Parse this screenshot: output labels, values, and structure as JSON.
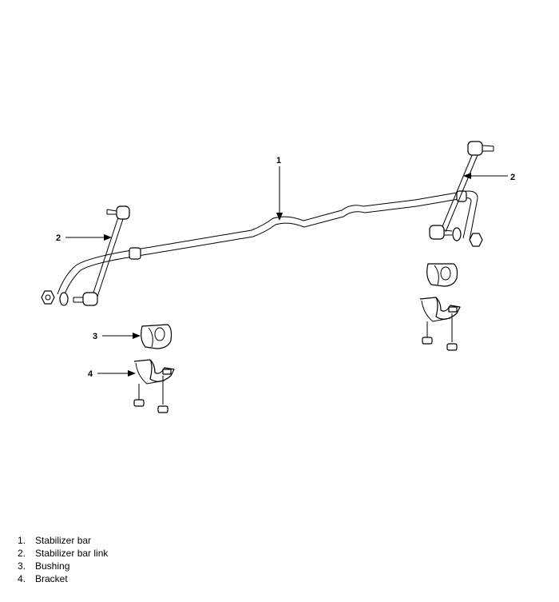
{
  "callouts": {
    "c1": "1",
    "c2_left": "2",
    "c2_right": "2",
    "c3": "3",
    "c4": "4"
  },
  "legend": [
    {
      "num": "1.",
      "label": "Stabilizer bar"
    },
    {
      "num": "2.",
      "label": "Stabilizer bar link"
    },
    {
      "num": "3.",
      "label": "Bushing"
    },
    {
      "num": "4.",
      "label": "Bracket"
    }
  ]
}
